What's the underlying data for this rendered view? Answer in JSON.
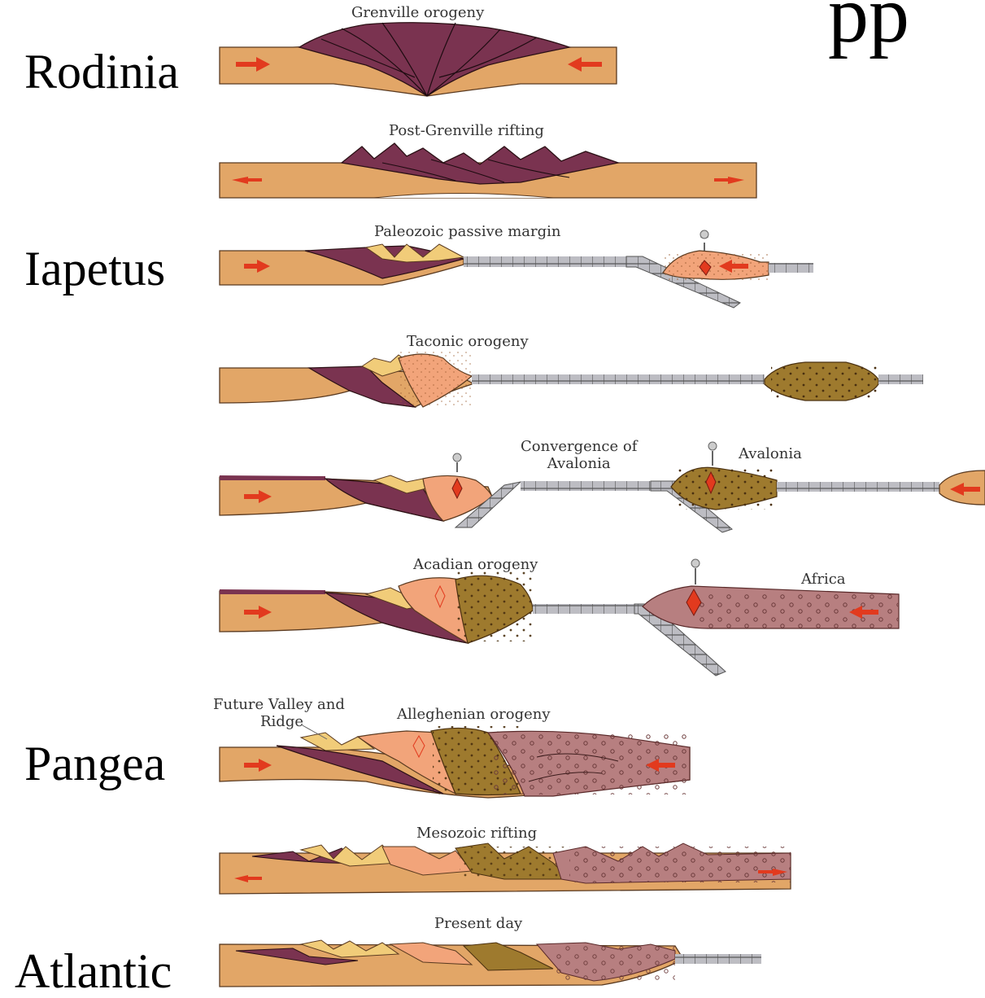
{
  "heading_fragment": "pp",
  "eras": {
    "rodinia": "Rodinia",
    "iapetus": "Iapetus",
    "pangea": "Pangea",
    "atlantic": "Atlantic"
  },
  "stages": {
    "grenville": "Grenville orogeny",
    "post_grenville": "Post-Grenville rifting",
    "passive_margin": "Paleozoic passive margin",
    "taconic": "Taconic orogeny",
    "convergence_line1": "Convergence of",
    "convergence_line2": "Avalonia",
    "avalonia": "Avalonia",
    "acadian": "Acadian orogeny",
    "africa": "Africa",
    "future_valley_line1": "Future Valley and",
    "future_valley_line2": "Ridge",
    "alleghenian": "Alleghenian orogeny",
    "mesozoic": "Mesozoic rifting",
    "present": "Present day"
  },
  "colors": {
    "crust": "#E2A667",
    "crust_dark": "#C98A4E",
    "purple": "#7A3350",
    "yellow": "#F1CC79",
    "salmon": "#F2A47A",
    "olive": "#9E7A2E",
    "mauve": "#B77F80",
    "oceanic": "#B9B9BF",
    "arrow": "#E23A1E"
  }
}
